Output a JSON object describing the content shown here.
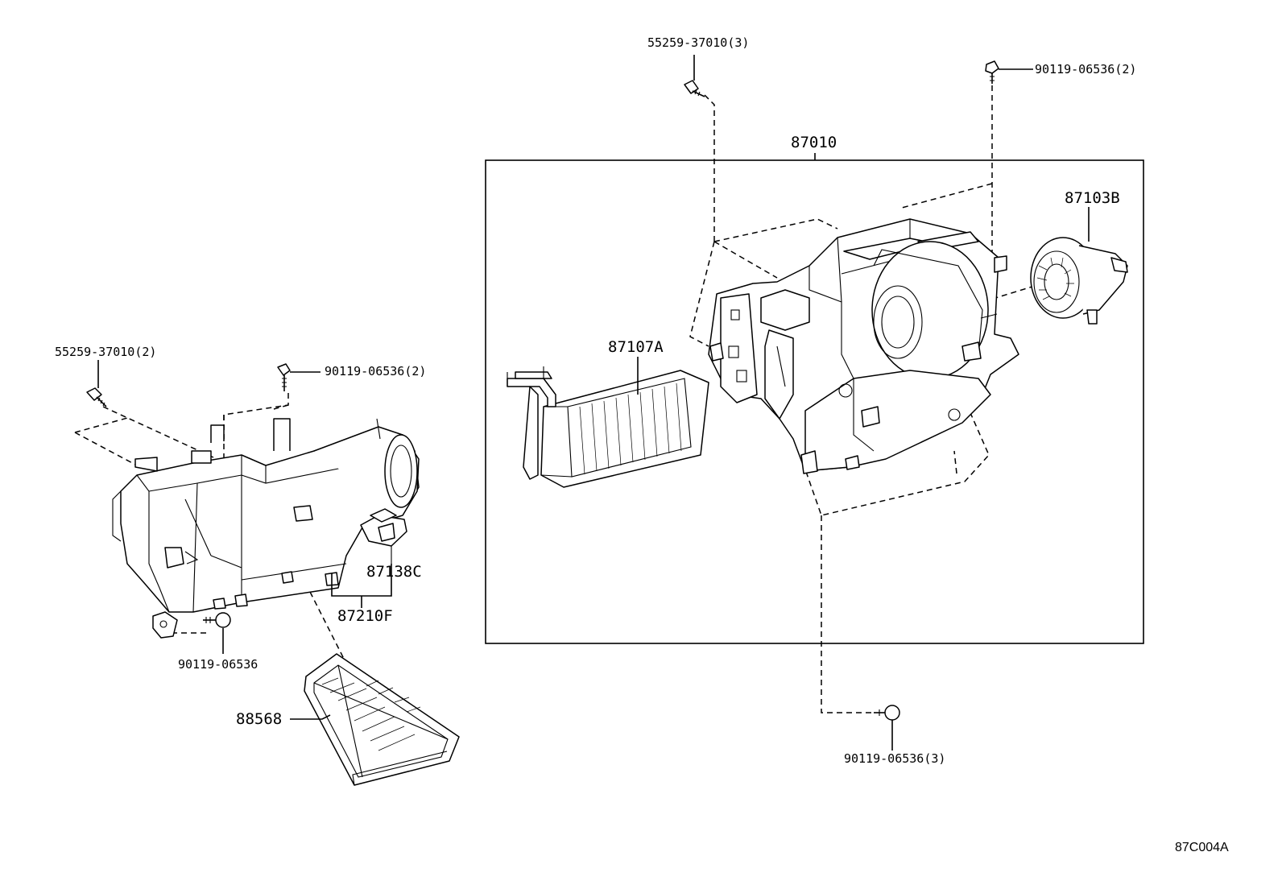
{
  "diagram": {
    "labels": {
      "p55259_left": "55259-37010(2)",
      "p90119_left_top": "90119-06536(2)",
      "p90119_left_bottom": "90119-06536",
      "p87138C": "87138C",
      "p87210F": "87210F",
      "p88568": "88568",
      "p55259_top": "55259-37010(3)",
      "p90119_top_right": "90119-06536(2)",
      "p87010": "87010",
      "p87103B": "87103B",
      "p87107A": "87107A",
      "p90119_bottom_right": "90119-06536(3)"
    },
    "figure_code": "87C004A"
  }
}
